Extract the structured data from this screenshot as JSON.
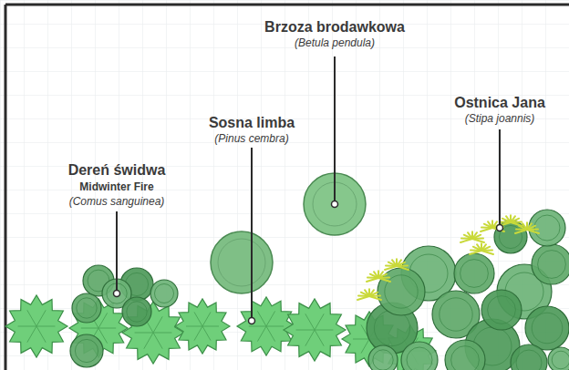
{
  "diagram": {
    "labels": [
      "Brzoza brodawkowa",
      "(Betula pendula)",
      "Sosna limba",
      "(Pinus cembra)",
      "Ostnica Jana",
      "(Stipa joannis)",
      "Dereń świdwa",
      "Midwinter Fire",
      "(Comus sanguinea)"
    ]
  }
}
